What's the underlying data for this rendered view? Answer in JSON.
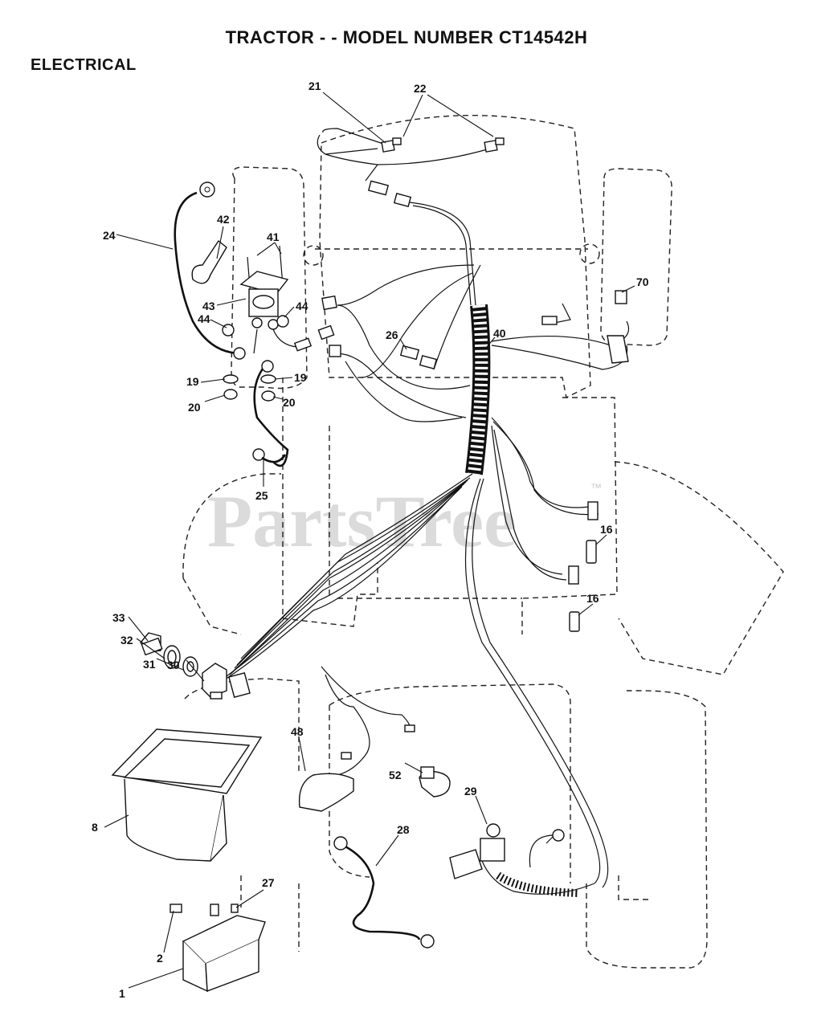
{
  "header": {
    "title": "TRACTOR - - MODEL NUMBER CT14542H",
    "section": "ELECTRICAL"
  },
  "watermark": {
    "text": "PartsTree",
    "trademark": "™"
  },
  "callouts": {
    "c1": "1",
    "c2": "2",
    "c8": "8",
    "c16a": "16",
    "c16b": "16",
    "c19a": "19",
    "c19b": "19",
    "c20a": "20",
    "c20b": "20",
    "c21": "21",
    "c22": "22",
    "c24": "24",
    "c25": "25",
    "c26": "26",
    "c27": "27",
    "c28": "28",
    "c29": "29",
    "c30": "30",
    "c31": "31",
    "c32": "32",
    "c33": "33",
    "c40": "40",
    "c41": "41",
    "c42": "42",
    "c43": "43",
    "c44a": "44",
    "c44b": "44",
    "c48": "48",
    "c52": "52",
    "c70": "70"
  }
}
